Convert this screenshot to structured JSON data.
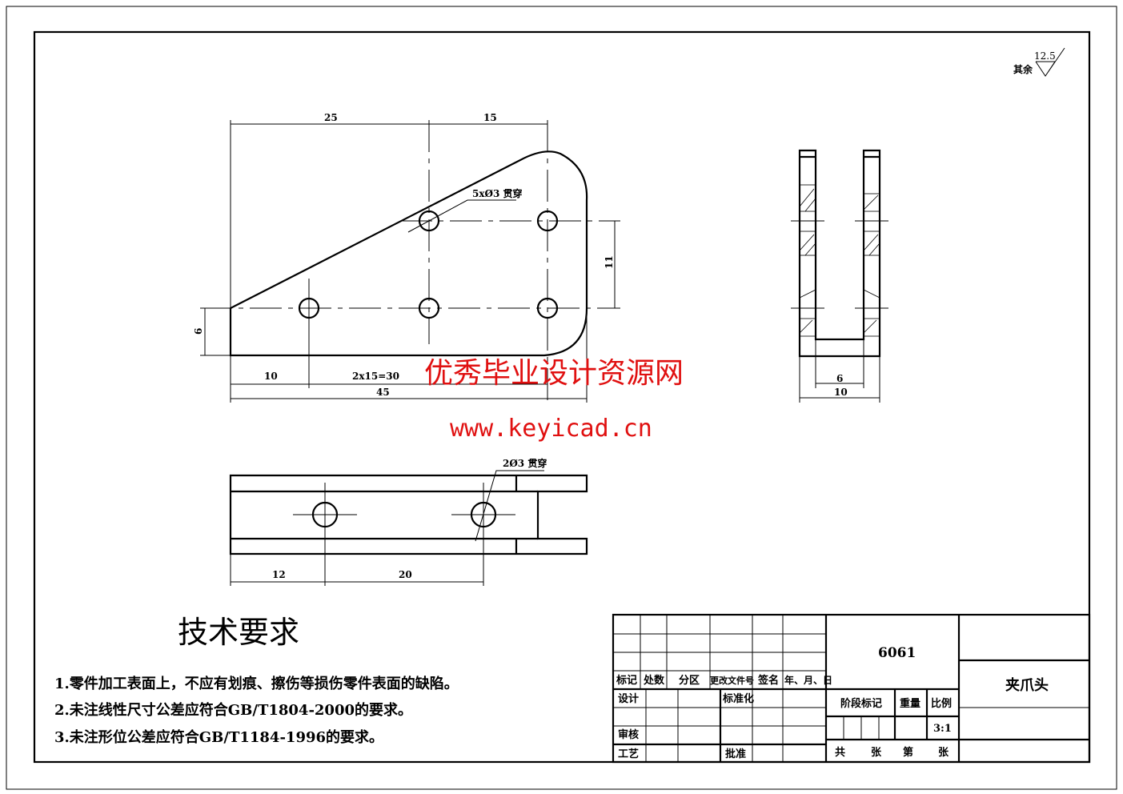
{
  "roughness": {
    "label": "其余",
    "value": "12.5"
  },
  "front_view": {
    "dims": {
      "d25": "25",
      "d15": "15",
      "d11": "11",
      "d6": "6",
      "d10": "10",
      "d30": "2x15=30",
      "d45": "45"
    },
    "hole_note": "5xØ3 贯穿"
  },
  "side_view": {
    "dims": {
      "d6": "6",
      "d10": "10"
    }
  },
  "top_view": {
    "dims": {
      "d12": "12",
      "d20": "20"
    },
    "hole_note": "2Ø3 贯穿"
  },
  "watermark": {
    "cn": "优秀毕业设计资源网",
    "url": "www.keyicad.cn",
    "color": "#e01010"
  },
  "tech_requirements": {
    "title": "技术要求",
    "items": [
      "1.零件加工表面上，不应有划痕、擦伤等损伤零件表面的缺陷。",
      "2.未注线性尺寸公差应符合GB/T1804-2000的要求。",
      "3.未注形位公差应符合GB/T1184-1996的要求。"
    ]
  },
  "title_block": {
    "headers": [
      "标记",
      "处数",
      "分区",
      "更改文件号",
      "签名",
      "年、月、日"
    ],
    "design": "设计",
    "standardize": "标准化",
    "review": "审核",
    "process": "工艺",
    "approve": "批准",
    "material": "6061",
    "stage_mark": "阶段标记",
    "weight": "重量",
    "scale_label": "比例",
    "scale": "3:1",
    "sheets": [
      "共",
      "张",
      "第",
      "张"
    ],
    "part_name": "夹爪头"
  }
}
